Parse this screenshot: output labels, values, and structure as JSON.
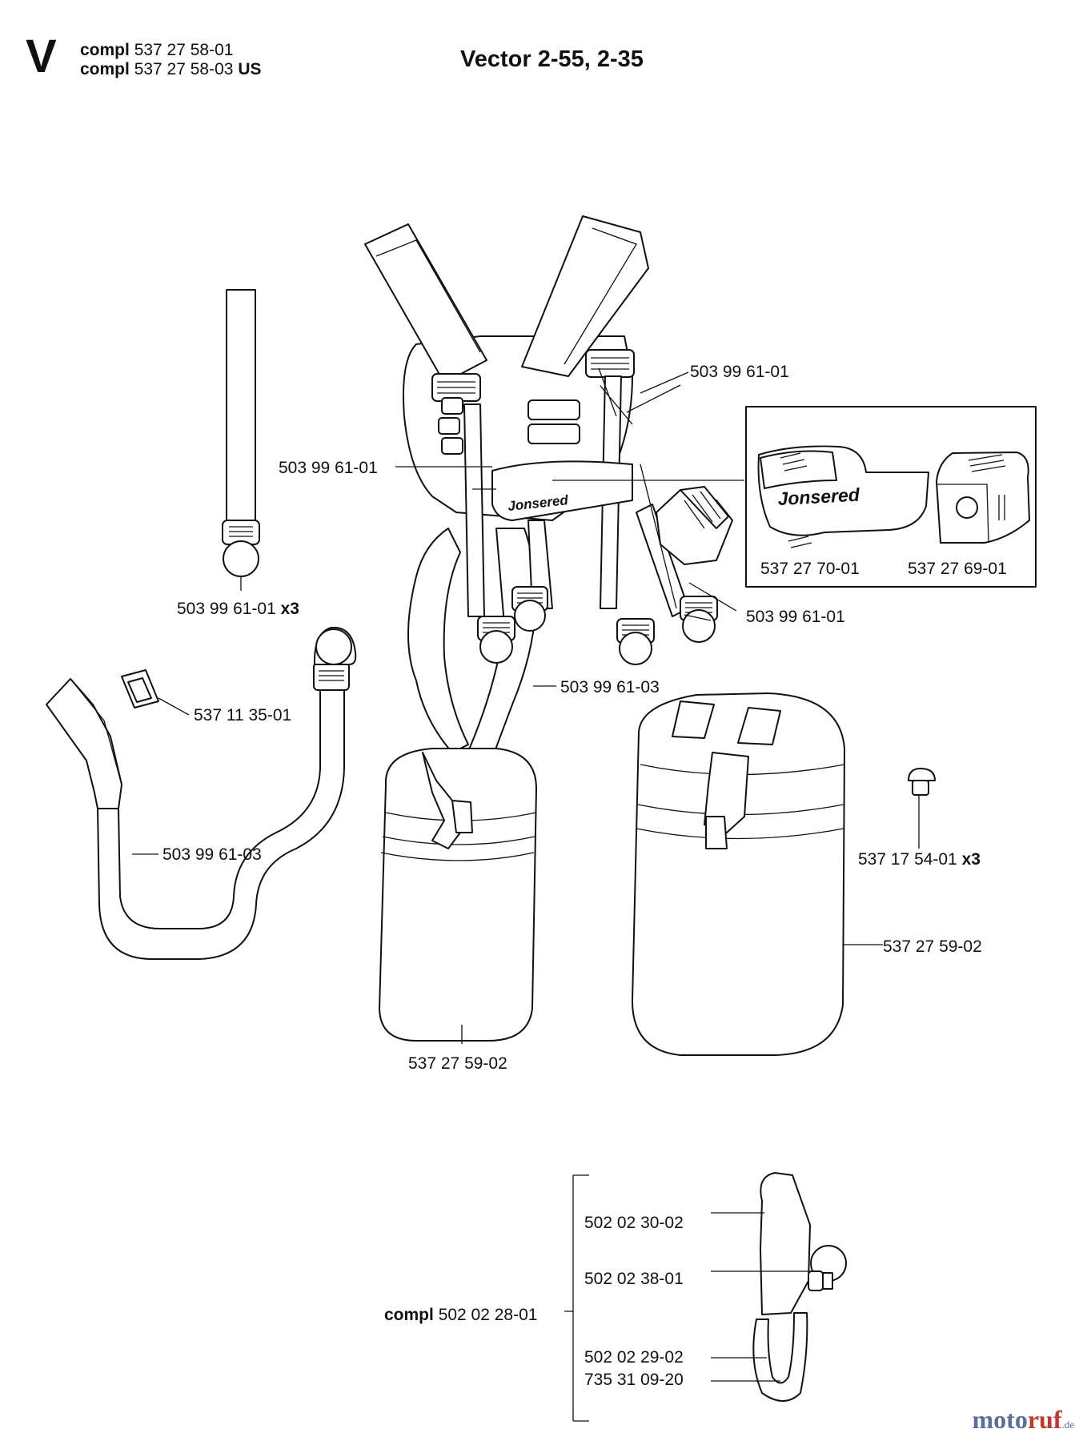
{
  "header": {
    "letter": "V",
    "compl_word": "compl",
    "compl_line1": "537 27 58-01",
    "compl_line2": "537 27 58-03",
    "compl_line2_suffix": "US",
    "title": "Vector 2-55, 2-35"
  },
  "brand_text": "Jonsered",
  "labels": {
    "strap_single": "503 99 61-01",
    "strap_single_qty": "x3",
    "buckle": "537 11 35-01",
    "hose_strap": "503 99 61-03",
    "harness_left": "503 99 61-01",
    "harness_top_right": "503 99 61-01",
    "harness_right": "503 99 61-01",
    "harness_center": "503 99 61-03",
    "pad_left": "537 27 70-01",
    "pad_right": "537 27 69-01",
    "screw": "537 17 54-01",
    "screw_qty": "x3",
    "bag_left": "537 27 59-02",
    "bag_right": "537 27 59-02",
    "hook_1": "502 02 30-02",
    "hook_2": "502 02 38-01",
    "hook_compl_word": "compl",
    "hook_compl": "502 02 28-01",
    "hook_3": "502 02 29-02",
    "hook_4": "735 31 09-20"
  },
  "watermark": {
    "part1": "moto",
    "part2": "ruf",
    "part3": ".de"
  }
}
